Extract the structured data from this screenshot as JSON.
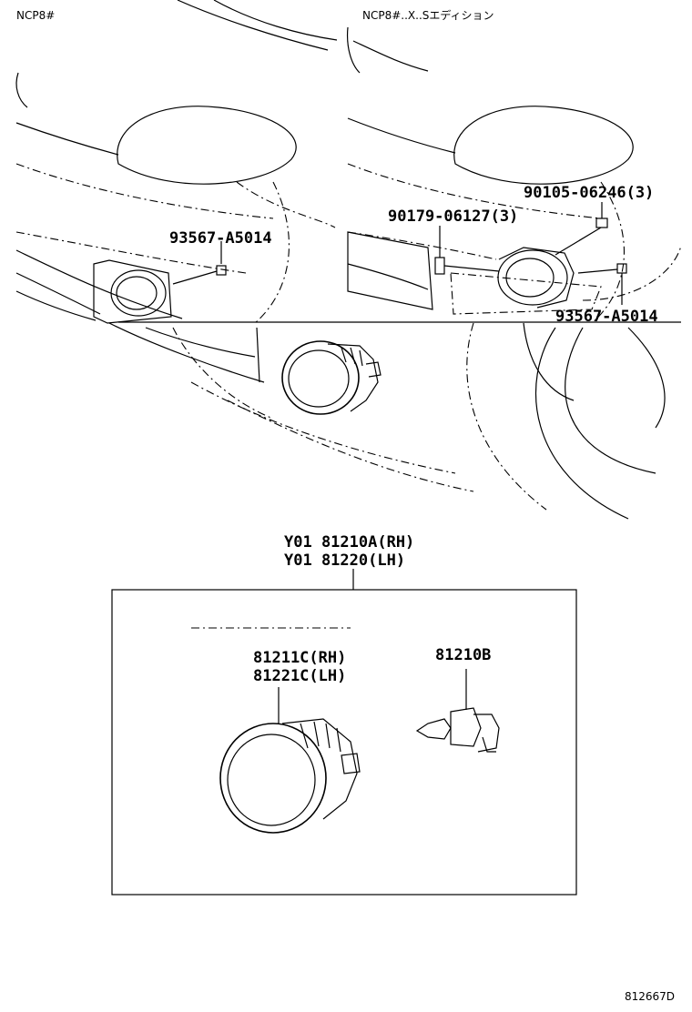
{
  "variants": {
    "left_label": "NCP8#",
    "right_label": "NCP8#..X..Sエディション"
  },
  "callouts": {
    "left_bolt": "93567-A5014",
    "right_screw": "90105-06246(3)",
    "right_clip": "90179-06127(3)",
    "right_bolt": "93567-A5014"
  },
  "assembly": {
    "line1": "Y01 81210A(RH)",
    "line2": "Y01 81220(LH)"
  },
  "parts": {
    "lamp_line1": "81211C(RH)",
    "lamp_line2": "81221C(LH)",
    "bulb": "81210B"
  },
  "diagram_id": "812667D"
}
